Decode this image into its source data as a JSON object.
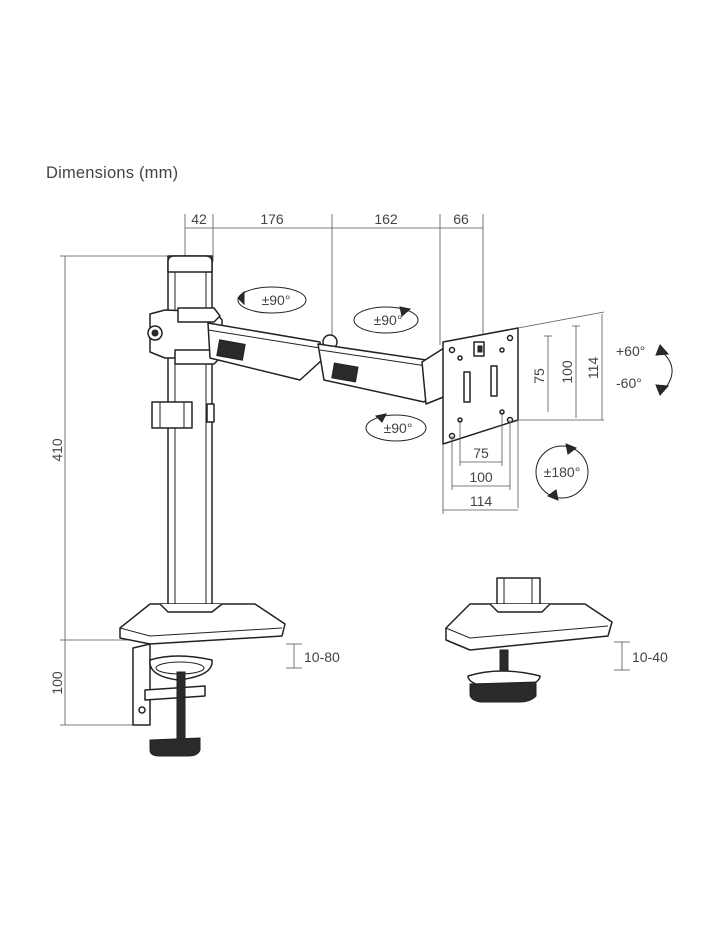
{
  "title": "Dimensions (mm)",
  "dimensions": {
    "top": [
      "42",
      "176",
      "162",
      "66"
    ],
    "height_pole": "410",
    "height_base": "100",
    "clamp_thickness_main": "10-80",
    "clamp_thickness_alt": "10-40",
    "vesa_horizontal": [
      "75",
      "100",
      "114"
    ],
    "vesa_vertical": [
      "75",
      "100",
      "114"
    ]
  },
  "rotations": {
    "arm1": "±90°",
    "arm2": "±90°",
    "head_swivel": "±90°",
    "tilt_up": "+60°",
    "tilt_down": "-60°",
    "rotate": "±180°"
  }
}
